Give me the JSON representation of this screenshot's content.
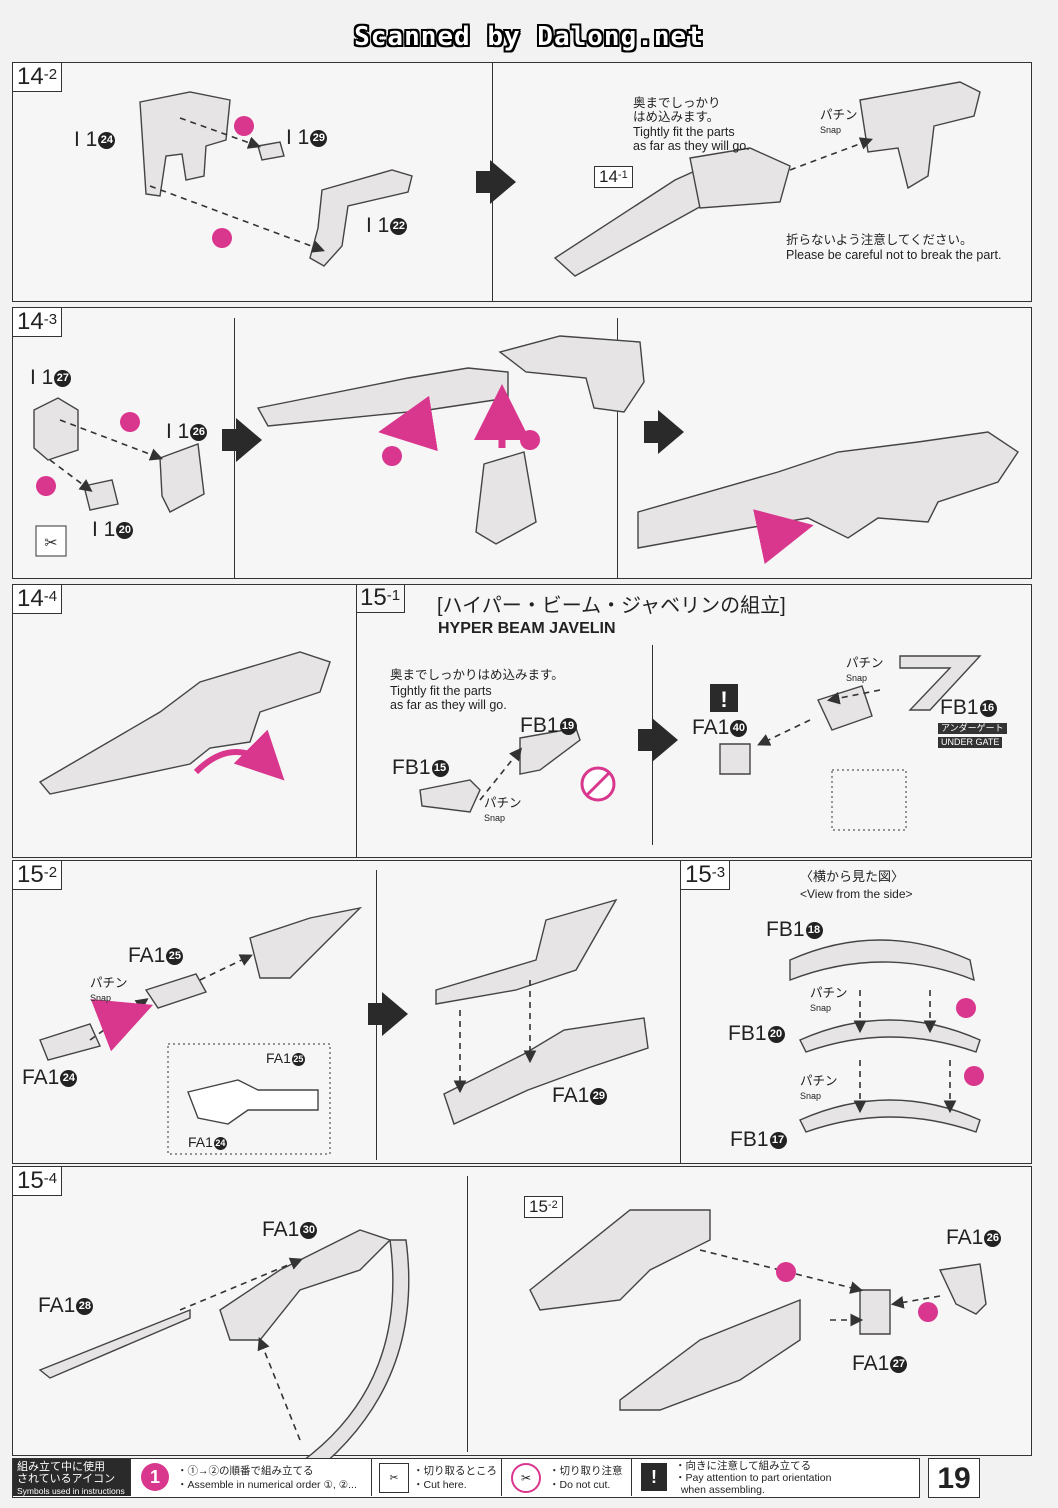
{
  "header": {
    "scan_text": "Scanned by Dalong.net"
  },
  "steps": {
    "s14_2": {
      "num": "14",
      "sub": "-2",
      "ref_num": "14",
      "ref_sub": "-1",
      "jp_fit": "奥までしっかり\nはめ込みます。",
      "en_fit": "Tightly fit the parts\nas far as they will go.",
      "jp_careful": "折らないよう注意してください。",
      "en_careful": "Please be careful not to break the part.",
      "parts": [
        "I 1",
        "I 1",
        "I 1"
      ],
      "part_nums": [
        "24",
        "29",
        "22"
      ]
    },
    "s14_3": {
      "num": "14",
      "sub": "-3",
      "parts": [
        "I 1",
        "I 1",
        "I 1"
      ],
      "part_nums": [
        "27",
        "26",
        "20"
      ]
    },
    "s14_4": {
      "num": "14",
      "sub": "-4"
    },
    "s15_1": {
      "num": "15",
      "sub": "-1",
      "title_jp": "[ハイパー・ビーム・ジャベリンの組立]",
      "title_en": "HYPER BEAM JAVELIN",
      "jp_fit": "奥までしっかりはめ込みます。",
      "en_fit": "Tightly fit the parts\nas far as they will go.",
      "parts": [
        "FB1",
        "FB1",
        "FA1",
        "FB1"
      ],
      "part_nums": [
        "19",
        "15",
        "40",
        "16"
      ],
      "under_gate_jp": "アンダーゲート",
      "under_gate_en": "UNDER GATE"
    },
    "s15_2": {
      "num": "15",
      "sub": "-2",
      "parts": [
        "FA1",
        "FA1",
        "FA1",
        "FA1",
        "FA1"
      ],
      "part_nums": [
        "25",
        "24",
        "29",
        "25",
        "24"
      ]
    },
    "s15_3": {
      "num": "15",
      "sub": "-3",
      "view_jp": "〈横から見た図〉",
      "view_en": "<View from the side>",
      "parts": [
        "FB1",
        "FB1",
        "FB1"
      ],
      "part_nums": [
        "18",
        "20",
        "17"
      ]
    },
    "s15_4": {
      "num": "15",
      "sub": "-4",
      "ref_num": "15",
      "ref_sub": "-2",
      "parts": [
        "FA1",
        "FA1",
        "FA1",
        "FA1"
      ],
      "part_nums": [
        "30",
        "28",
        "26",
        "27"
      ]
    }
  },
  "snap": {
    "jp": "パチン",
    "en": "Snap"
  },
  "footer": {
    "legend_jp": "組み立て中に使用\nされているアイコン",
    "legend_en": "Symbols used in instructions",
    "order_jp": "・①→②の順番で組み立てる",
    "order_en": "・Assemble in numerical order ①, ②...",
    "cut_jp": "・切り取るところ",
    "cut_en": "・Cut here.",
    "nocut_jp": "・切り取り注意",
    "nocut_en": "・Do not cut.",
    "orient_jp": "・向きに注意して組み立てる",
    "orient_en": "・Pay attention to part orientation\n  when assembling."
  },
  "page_number": "19",
  "colors": {
    "accent": "#d9368e",
    "line": "#333333",
    "paper": "#f3f2f2"
  }
}
